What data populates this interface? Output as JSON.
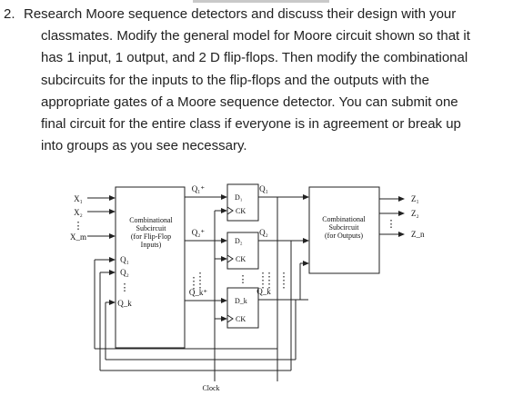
{
  "question": {
    "number": "2.",
    "lines": [
      "Research Moore sequence detectors and discuss their design with your",
      "classmates. Modify the general model for Moore circuit shown so that it",
      "has 1 input, 1 output, and 2 D flip-flops. Then modify the combinational",
      "subcircuits for the inputs to the flip-flops and the outputs with the",
      "appropriate gates of a Moore sequence detector. You can submit one",
      "final circuit for the entire class if everyone is in agreement or break up",
      "into groups as you see necessary."
    ]
  },
  "diagram": {
    "inputs": [
      "X₁",
      "X₂",
      "X_m"
    ],
    "state_feedback": [
      "Q₁",
      "Q₂",
      "Q_k"
    ],
    "next_states": [
      "Q₁⁺",
      "Q₂⁺",
      "Q_k⁺"
    ],
    "current_states": [
      "Q₁",
      "Q₂",
      "Q_k"
    ],
    "ff_inputs": [
      "D₁",
      "D₂",
      "D_k"
    ],
    "clock_input": "CK",
    "input_block": [
      "Combinational",
      "Subcircuit",
      "(for Flip-Flop",
      "Inputs)"
    ],
    "output_block": [
      "Combinational",
      "Subcircuit",
      "(for Outputs)"
    ],
    "outputs": [
      "Z₁",
      "Z₂",
      "Z_n"
    ],
    "clock_label": "Clock",
    "dots": "⋮"
  }
}
